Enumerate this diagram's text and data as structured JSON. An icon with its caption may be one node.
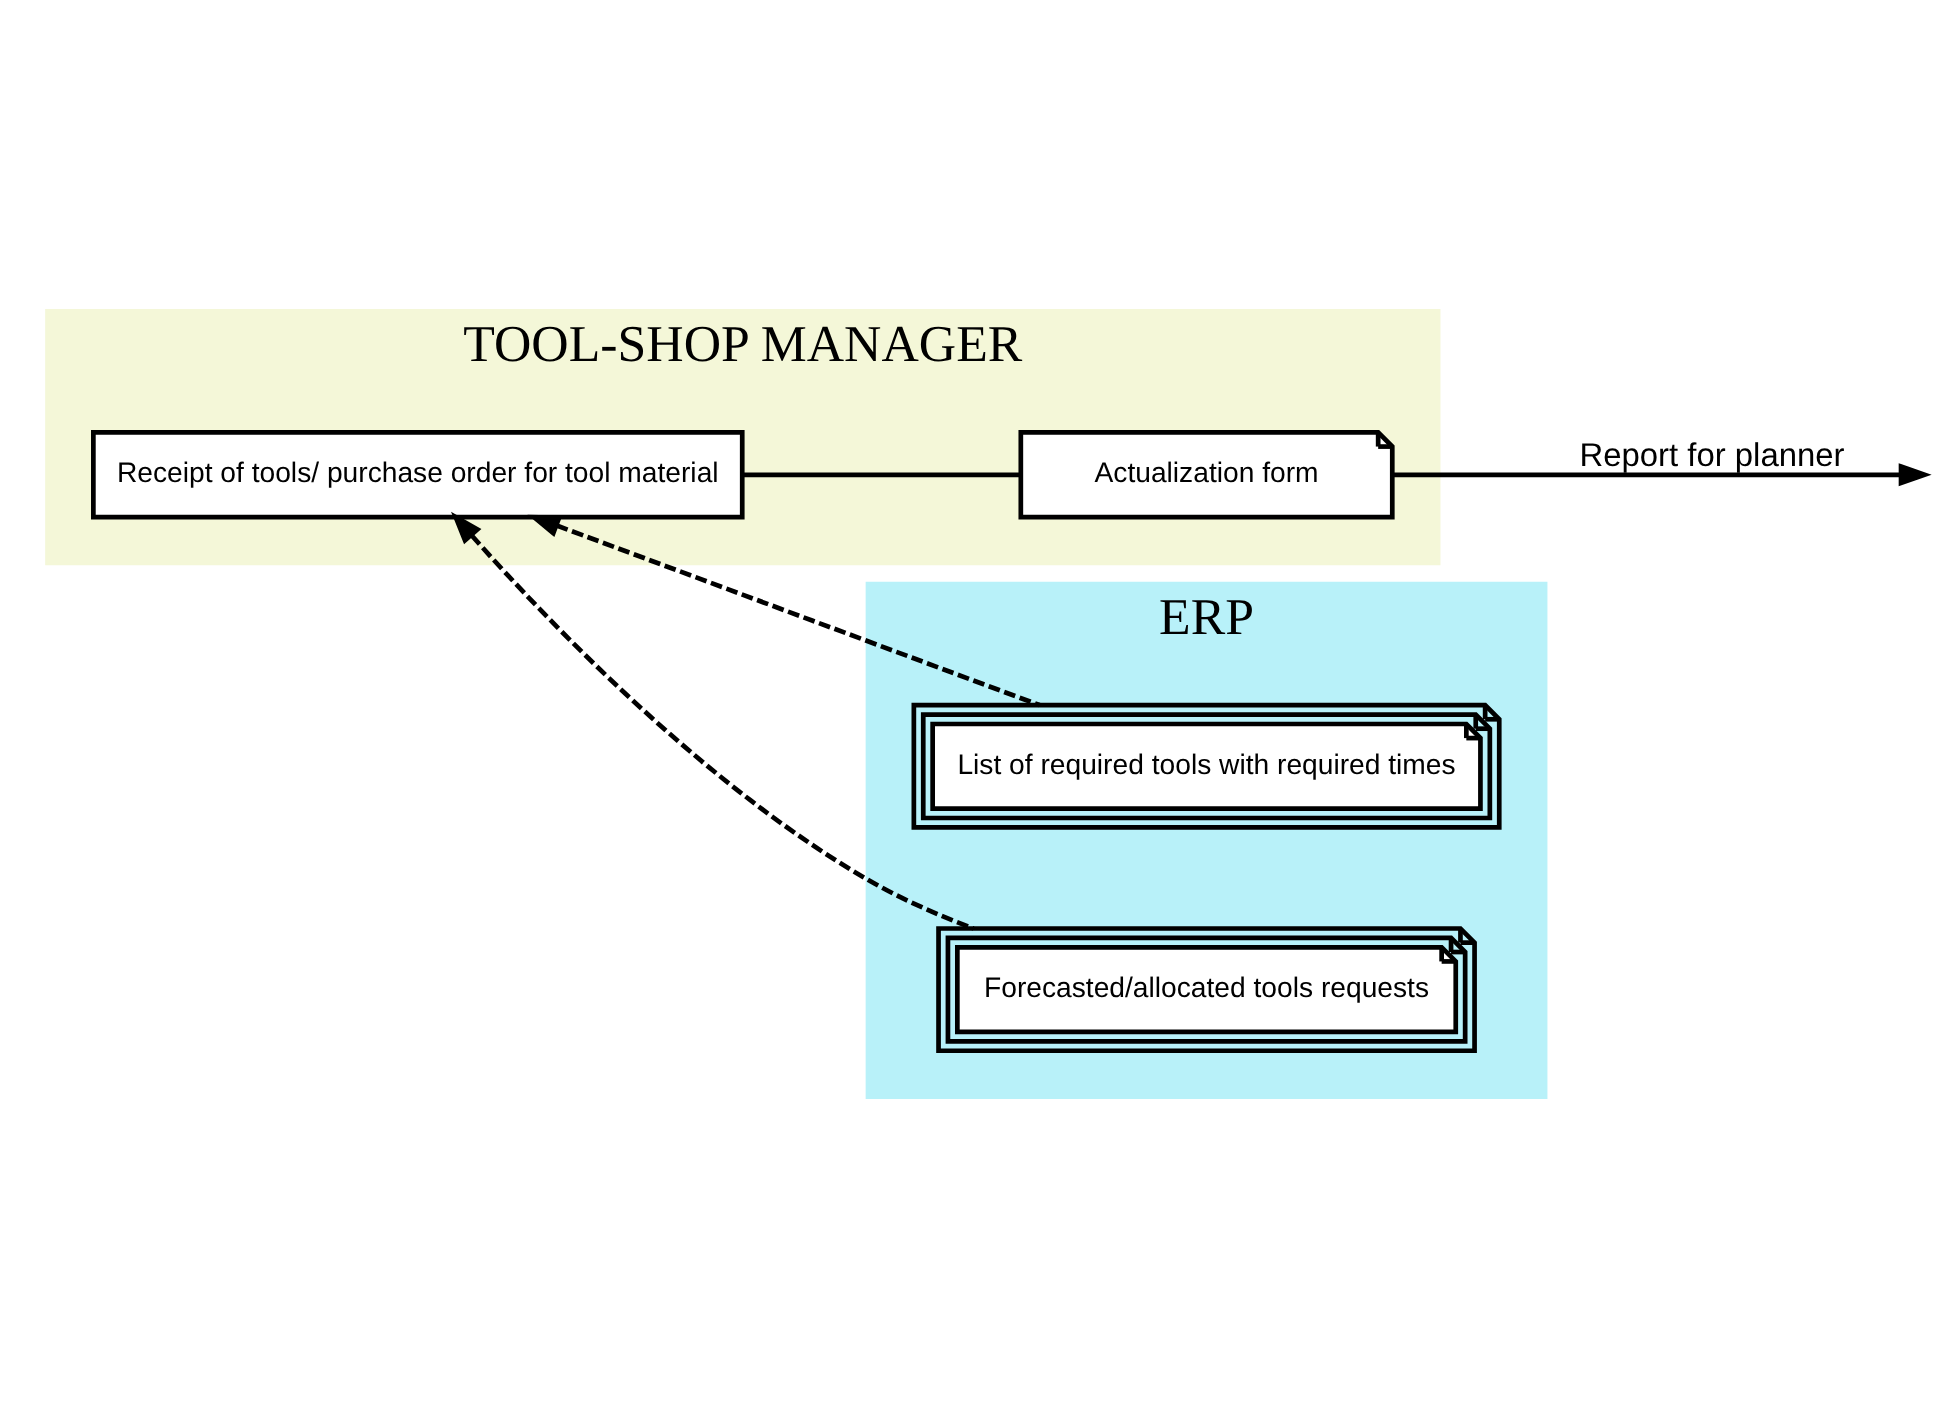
{
  "diagram": {
    "nodes": [
      {
        "text": [
          "TOOL-SHOP MANAGER"
        ]
      },
      {
        "text": [
          "ERP"
        ]
      },
      {
        "text": [
          "List of required tools with required times"
        ],
        "in": 1
      },
      {
        "text": [
          "Forecasted/allocated tools requests"
        ],
        "in": 1
      },
      {
        "text": [
          "Receipt of tools/ purchase order for tool material"
        ],
        "in": 0
      },
      {
        "text": [
          "Actualization form"
        ],
        "in": 0
      }
    ],
    "edges": [
      {
        "from": 2,
        "to": 4,
        "arrow": "to",
        "style": "dashed"
      },
      {
        "from": 3,
        "to": 4,
        "arrow": "to",
        "style": "dashed"
      },
      {
        "from": 4,
        "to": 5,
        "arrow": "none"
      },
      {
        "from": 5,
        "to": null,
        "arrow": "to",
        "label": "Report for planner"
      }
    ]
  }
}
